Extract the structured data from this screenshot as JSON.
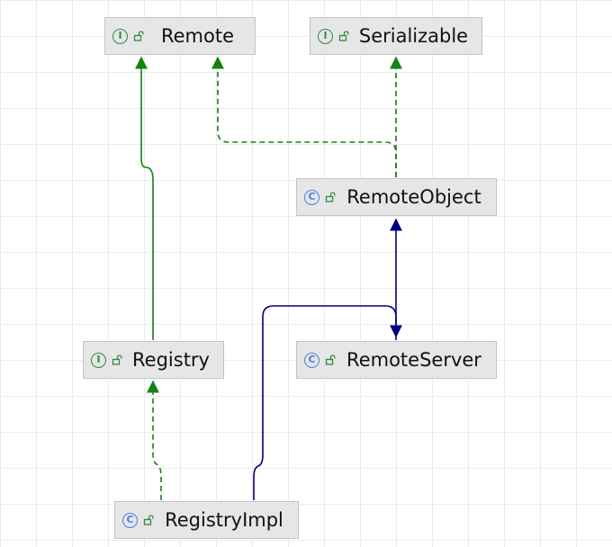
{
  "diagram": {
    "colors": {
      "implements": "#158015",
      "extends": "#000080",
      "interface_icon": "#2f8a3f",
      "class_icon": "#4a7fe0"
    },
    "nodes": {
      "remote": {
        "label": "Remote",
        "kind": "interface",
        "icon_letter": "I",
        "visibility_icon": "unlock-icon"
      },
      "serializable": {
        "label": "Serializable",
        "kind": "interface",
        "icon_letter": "I",
        "visibility_icon": "unlock-icon"
      },
      "remote_object": {
        "label": "RemoteObject",
        "kind": "class",
        "icon_letter": "C",
        "visibility_icon": "unlock-icon"
      },
      "registry": {
        "label": "Registry",
        "kind": "interface",
        "icon_letter": "I",
        "visibility_icon": "unlock-icon"
      },
      "remote_server": {
        "label": "RemoteServer",
        "kind": "class",
        "icon_letter": "C",
        "visibility_icon": "unlock-icon"
      },
      "registry_impl": {
        "label": "RegistryImpl",
        "kind": "class",
        "icon_letter": "C",
        "visibility_icon": "unlock-icon"
      }
    },
    "edges": [
      {
        "from": "Registry",
        "to": "Remote",
        "type": "interface-extends",
        "style": "solid green"
      },
      {
        "from": "RemoteObject",
        "to": "Remote",
        "type": "implements",
        "style": "dashed green"
      },
      {
        "from": "RemoteObject",
        "to": "Serializable",
        "type": "implements",
        "style": "dashed green"
      },
      {
        "from": "RemoteServer",
        "to": "RemoteObject",
        "type": "extends",
        "style": "solid blue"
      },
      {
        "from": "RegistryImpl",
        "to": "RemoteServer",
        "type": "extends",
        "style": "solid blue"
      },
      {
        "from": "RegistryImpl",
        "to": "Registry",
        "type": "implements",
        "style": "dashed green"
      }
    ]
  }
}
